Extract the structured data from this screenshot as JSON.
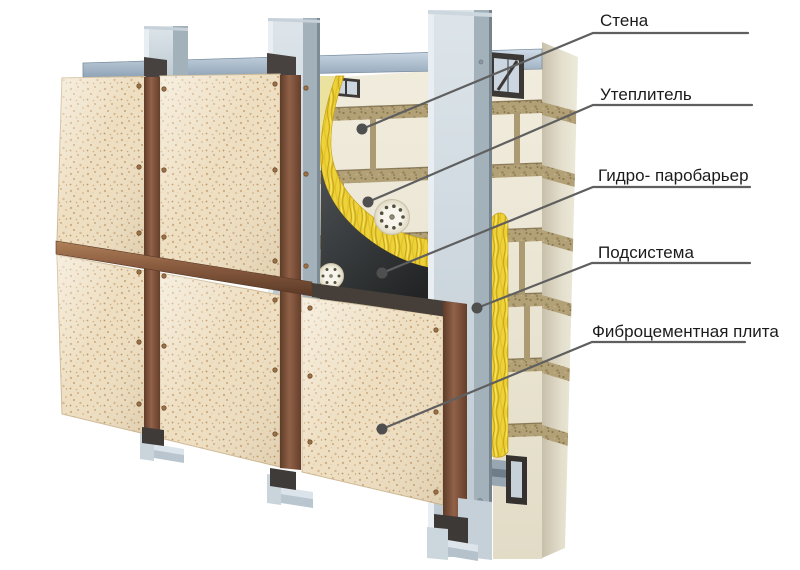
{
  "diagram": {
    "kind": "ventilated-facade-construction-diagram",
    "labels": [
      {
        "id": "wall",
        "text": "Стена"
      },
      {
        "id": "insulation",
        "text": "Утеплитель"
      },
      {
        "id": "vapor_barrier",
        "text": "Гидро- паробарьер"
      },
      {
        "id": "subsystem",
        "text": "Подсистема"
      },
      {
        "id": "fiber_cement_board",
        "text": "Фиброцементная плита"
      }
    ],
    "colors": {
      "insulation_yellow": "#eed23a",
      "membrane_dark": "#303334",
      "panel_beige": "#eedfc2",
      "profile_gray": "#ccd7dd",
      "brick_cream": "#ebe6d6",
      "mortar_tan": "#b2a077",
      "strip_brown": "#8a5c40",
      "top_band_blue": "#aabdce",
      "leader_line": "#5f5f5f"
    }
  }
}
